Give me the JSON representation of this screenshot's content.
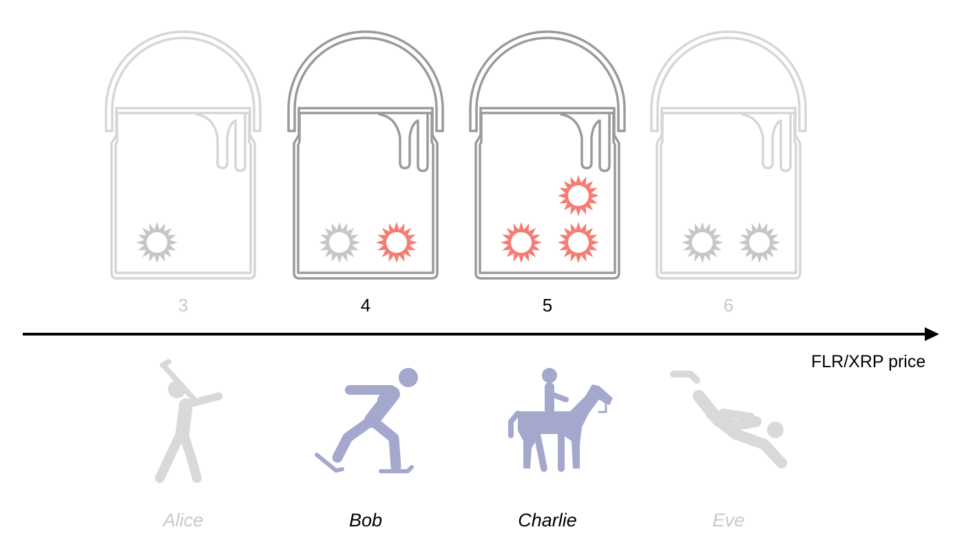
{
  "axis": {
    "label": "FLR/XRP price"
  },
  "colors": {
    "faded": "#d6d6d6",
    "active_bucket": "#9a9a9a",
    "gray_star": "#c6c6c6",
    "red_star": "#f47c74",
    "active_person": "#a3a8cc",
    "faded_person": "#d9d9d9",
    "active_text": "#000000",
    "faded_text": "#c8c8c8"
  },
  "buckets": [
    {
      "value": "3",
      "active": false,
      "stars": [
        "gray"
      ]
    },
    {
      "value": "4",
      "active": true,
      "stars": [
        "gray",
        "red"
      ]
    },
    {
      "value": "5",
      "active": true,
      "stars": [
        "red",
        "red",
        "red"
      ]
    },
    {
      "value": "6",
      "active": false,
      "stars": [
        "gray",
        "gray"
      ]
    }
  ],
  "people": [
    {
      "name": "Alice",
      "icon": "golfer-icon",
      "active": false
    },
    {
      "name": "Bob",
      "icon": "ice-skater-icon",
      "active": true
    },
    {
      "name": "Charlie",
      "icon": "horse-rider-icon",
      "active": true
    },
    {
      "name": "Eve",
      "icon": "scuba-diver-icon",
      "active": false
    }
  ]
}
